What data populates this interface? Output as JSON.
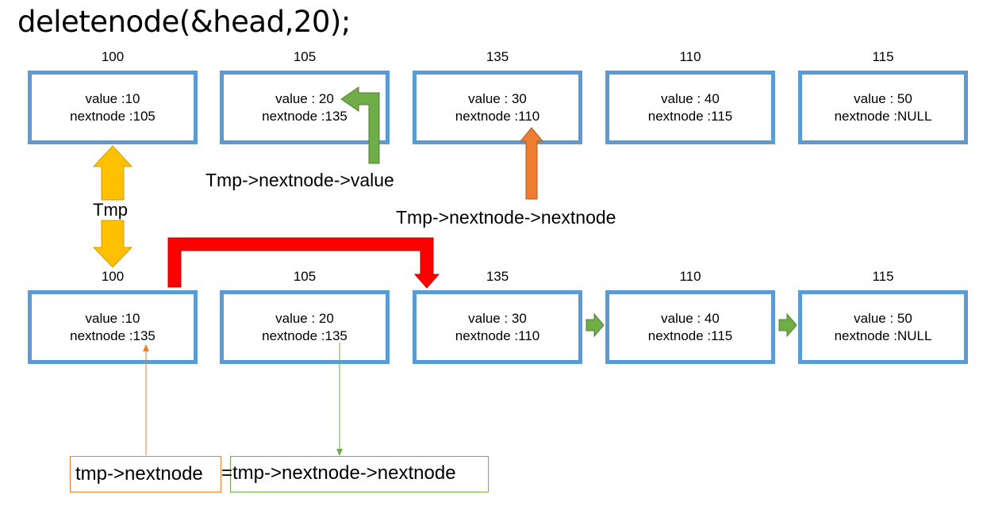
{
  "title": "deletenode(&head,20);",
  "rows": [
    {
      "nodes": [
        {
          "address": "100",
          "value_text": "value :10",
          "next_text": "nextnode :105"
        },
        {
          "address": "105",
          "value_text": "value : 20",
          "next_text": "nextnode :135"
        },
        {
          "address": "135",
          "value_text": "value : 30",
          "next_text": "nextnode :110"
        },
        {
          "address": "110",
          "value_text": "value : 40",
          "next_text": "nextnode :115"
        },
        {
          "address": "115",
          "value_text": "value : 50",
          "next_text": "nextnode :NULL"
        }
      ]
    },
    {
      "nodes": [
        {
          "address": "100",
          "value_text": "value :10",
          "next_text": "nextnode :135"
        },
        {
          "address": "105",
          "value_text": "value : 20",
          "next_text": "nextnode :135"
        },
        {
          "address": "135",
          "value_text": "value : 30",
          "next_text": "nextnode :110"
        },
        {
          "address": "110",
          "value_text": "value : 40",
          "next_text": "nextnode :115"
        },
        {
          "address": "115",
          "value_text": "value : 50",
          "next_text": "nextnode :NULL"
        }
      ]
    }
  ],
  "labels": {
    "tmp": "Tmp",
    "tmp_next_value": "Tmp->nextnode->value",
    "tmp_next_next": "Tmp->nextnode->nextnode"
  },
  "code": {
    "left": "tmp->nextnode",
    "right": "=tmp->nextnode->nextnode"
  },
  "colors": {
    "node_border": "#5b9bd5",
    "tmp_arrow": "#ffc000",
    "value_arrow": "#70ad47",
    "nextnext_arrow": "#ed7d31",
    "relink_arrow": "#ff0000",
    "link_arrow": "#70ad47",
    "code_left_border": "#ed7d31",
    "code_right_border": "#70ad47"
  }
}
